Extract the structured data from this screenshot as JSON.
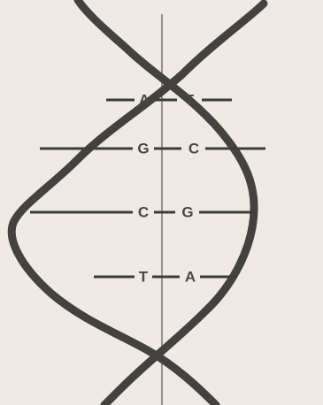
{
  "diagram": {
    "colors": {
      "background": "#efebe4",
      "strand": "#454140",
      "rung": "#3f3b38",
      "axis": "#6e6a66",
      "label": "#4a4642",
      "ghost_text": "#c9c3ba"
    },
    "base_pairs": [
      {
        "left": "A",
        "right": "T"
      },
      {
        "left": "G",
        "right": "C"
      },
      {
        "left": "C",
        "right": "G"
      },
      {
        "left": "T",
        "right": "A"
      }
    ]
  }
}
